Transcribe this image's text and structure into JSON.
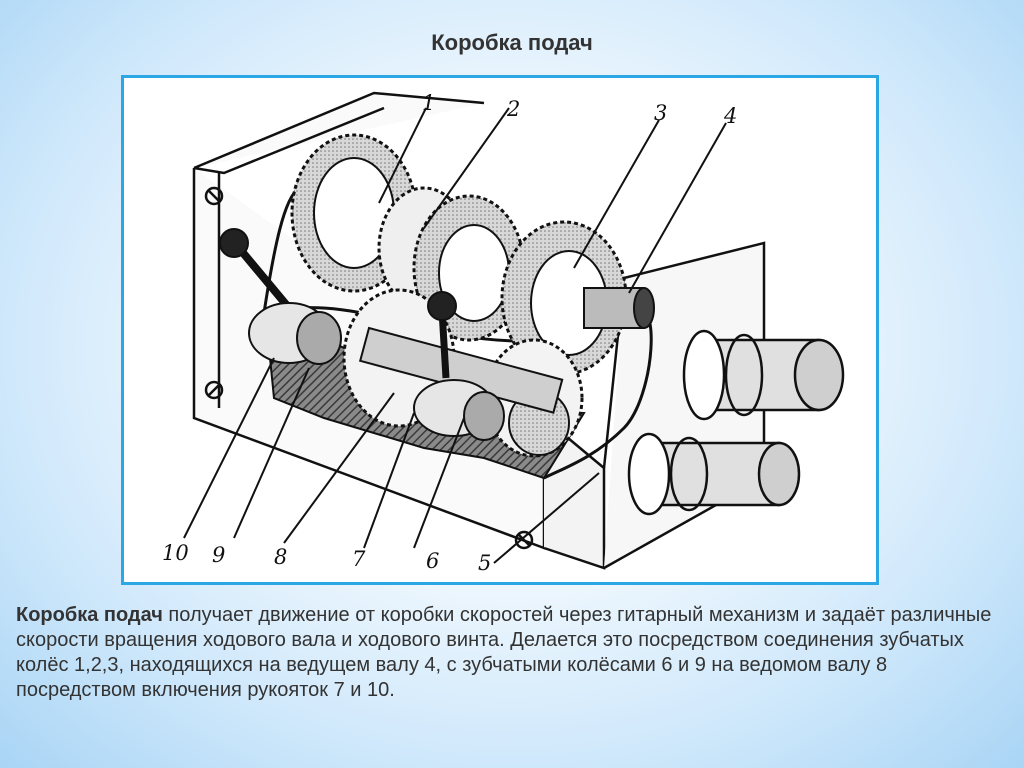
{
  "slide": {
    "title": "Коробка подач"
  },
  "figure": {
    "callouts": [
      "1",
      "2",
      "3",
      "4",
      "5",
      "6",
      "7",
      "8",
      "9",
      "10"
    ]
  },
  "caption": {
    "term": "Коробка подач",
    "text": " получает движение от коробки скоростей через гитарный механизм и задаёт различные скорости вращения ходового  вала и ходового винта. Делается это  посредством соединения зубчатых колёс 1,2,3, находящихся на ведущем валу 4, с зубчатыми колёсами 6 и 9 на ведомом валу 8 посредством включения рукояток 7 и 10."
  },
  "colors": {
    "frame_border": "#2aa7e4",
    "title": "#333333",
    "text": "#333333"
  }
}
